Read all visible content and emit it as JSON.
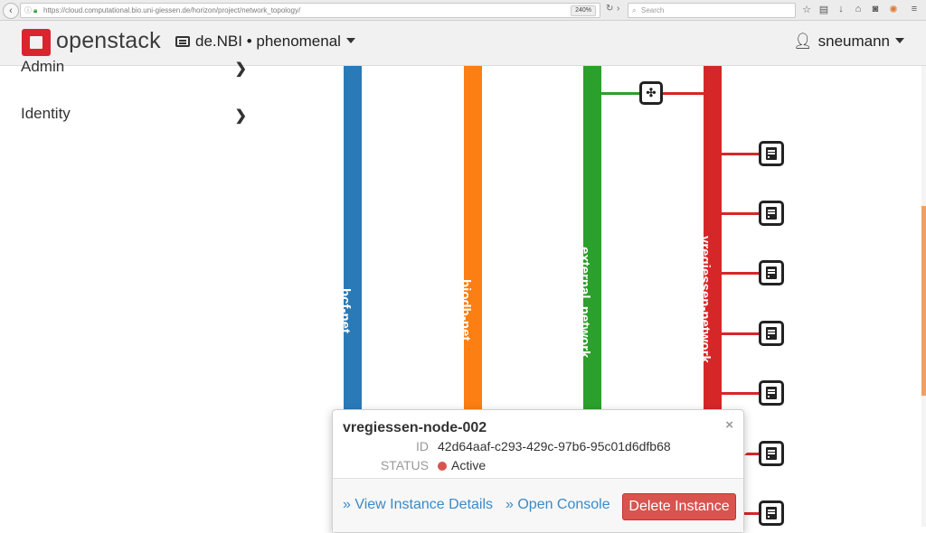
{
  "browser": {
    "url": "https://cloud.computational.bio.uni-giessen.de/horizon/project/network_topology/",
    "zoom": "240%",
    "search_placeholder": "Search",
    "icons": [
      "back-icon",
      "info-icon",
      "lock-icon",
      "reload-icon",
      "star-icon",
      "reading-list-icon",
      "download-icon",
      "home-icon",
      "pocket-icon",
      "addon-icon",
      "menu-icon"
    ]
  },
  "header": {
    "brand": "openstack",
    "project": "de.NBI • phenomenal",
    "user": "sneumann"
  },
  "sidebar": {
    "items": [
      {
        "label": "Admin"
      },
      {
        "label": "Identity"
      }
    ]
  },
  "topology": {
    "networks": [
      {
        "name": "bcf-net",
        "color": "#2a7ab8"
      },
      {
        "name": "biodb-net",
        "color": "#fb7f12"
      },
      {
        "name": "external_network",
        "color": "#2ca02c"
      },
      {
        "name": "vregiessen-network",
        "color": "#d62728"
      }
    ],
    "router_icon": "router-icon",
    "instance_icon": "server-icon"
  },
  "popup": {
    "title": "vregiessen-node-002",
    "id_label": "ID",
    "id_value": "42d64aaf-c293-429c-97b6-95c01d6dfb68",
    "status_label": "STATUS",
    "status_value": "Active",
    "status_color": "#d9534f",
    "close": "×",
    "view_details": "» View Instance Details",
    "open_console": "» Open Console",
    "delete": "Delete Instance"
  }
}
